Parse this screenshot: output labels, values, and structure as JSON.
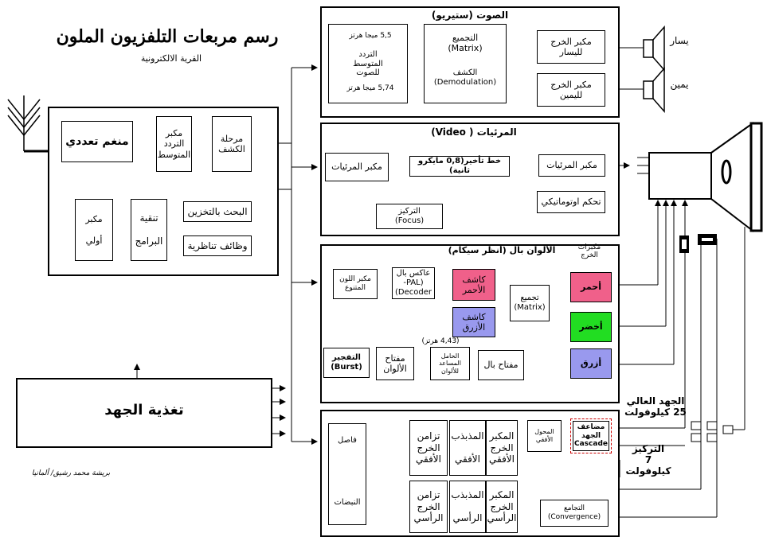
{
  "title": "رسم مربعات التلفزيون الملون",
  "subtitle": "القرية الالكترونية",
  "author": "بريشة محمد رشيق/ ألمانيا",
  "tuner": {
    "multi_tuner": "منغم تعددي",
    "if_amp": "مكبر\nالتردد\nالمتوسط",
    "detector": "مرحلة\nالكشف",
    "preamp": "مكبر\n\nأولي",
    "program_tech": "تنقية\n\nالبرامج",
    "search_store": "البحث بالتخزين",
    "remote": "وظائف تناظرية"
  },
  "audio": {
    "title": "الصوت (ستيريو)",
    "f1": "5,5 ميجا هرتز",
    "f_mid": "التردد\nالمتوسط\nللصوت",
    "f2": "5,74 ميجا هرتز",
    "matrix": "التجميع\n(Matrix)",
    "demod": "الكشف\n(Demodulation)",
    "amp_left": "مكبر الخرج\nلليسار",
    "amp_right": "مكبر الخرج\nلليمين",
    "left": "يسار",
    "right": "يمين"
  },
  "video": {
    "title": "المرئيات ( Video)",
    "amp1": "مكبر المرئيات",
    "delay": "خط تأخير(0,8 مايكرو ثانية)",
    "amp2": "مكبر المرئيات",
    "agc": "تحكم اوتوماتيكي",
    "focus": "التركيز\n(Focus)"
  },
  "color": {
    "title": "الألوان بال (أنظر سيكام)",
    "out_amps": "مكبرات\nالخرج",
    "chroma_amp": "مكبر اللون\nالمتنوع",
    "pal_decoder": "عاكس بال\n(PAL-\nDecoder)",
    "red_det": "كاشف\nالأحمر",
    "blue_det": "كاشف\nالأزرق",
    "matrix": "تجميع\n(Matrix)",
    "red": "أحمر",
    "green": "أخضر",
    "blue": "أزرق",
    "freq": "(4,43 هرتز)",
    "burst": "التفجير\n(Burst)",
    "color_key": "مفتاح\nالألوان",
    "carrier": "الحامل\nالمساعد\nللألوان",
    "pal_key": "مفتاح بال"
  },
  "deflect": {
    "separator": "فاصل",
    "pulses": "النبضات",
    "h_sync": "تزامن\nالخرج\nالأفقي",
    "h_osc": "المذبذب\n\nالأفقي",
    "h_amp": "المكبر\nالخرج\nالأفقي",
    "flyback": "المحول\nالأفقي",
    "cascade": "مضاعف\nالجهد\nCascade",
    "v_sync": "تزامن\nالخرج\nالرأسي",
    "v_osc": "المذبذب\n\nالرأسي",
    "v_amp": "المكبر\nالخرج\nالرأسي",
    "convergence": "التجامع\n(Convergence)"
  },
  "power": {
    "label": "تغذية الجهد"
  },
  "hv": {
    "label": "الجهد العالي\n25 كيلوفولت"
  },
  "focus_v": {
    "label": "التركيز\n7 كيلوفولت"
  },
  "colors": {
    "red": "#f0608a",
    "green": "#22dd22",
    "blue": "#9999ee",
    "red_line": "#ff0000",
    "green_line": "#2e9a4e",
    "blue_line": "#2266dd"
  }
}
